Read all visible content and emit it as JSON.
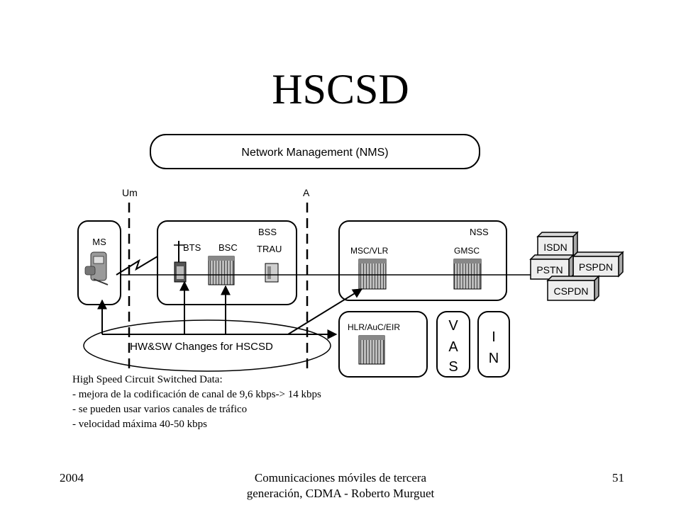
{
  "slide": {
    "title": "HSCSD",
    "footer_left": "2004",
    "footer_center": "Comunicaciones móviles de tercera generación, CDMA - Roberto Murguet",
    "footer_right": "51"
  },
  "diagram": {
    "nms_label": "Network Management (NMS)",
    "interface_um": "Um",
    "interface_a": "A",
    "ms_label": "MS",
    "bss_label": "BSS",
    "bts_label": "BTS",
    "bsc_label": "BSC",
    "trau_label": "TRAU",
    "nss_label": "NSS",
    "msc_label": "MSC/VLR",
    "gmsc_label": "GMSC",
    "hlr_label": "HLR/AuC/EIR",
    "vas_letters": [
      "V",
      "A",
      "S"
    ],
    "in_letters": [
      "I",
      "N"
    ],
    "networks": [
      "ISDN",
      "PSPDN",
      "PSTN",
      "CSPDN"
    ],
    "changes_label": "HW&SW Changes for  HSCSD"
  },
  "notes": {
    "heading": "High Speed Circuit Switched Data:",
    "items": [
      "- mejora de la codificación de canal de 9,6 kbps-> 14 kbps",
      "- se pueden usar varios canales de tráfico",
      "- velocidad máxima 40-50 kbps"
    ]
  }
}
